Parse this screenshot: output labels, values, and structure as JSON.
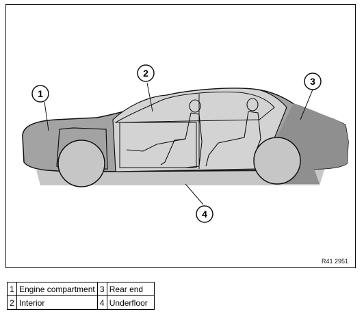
{
  "figure": {
    "callouts": [
      {
        "number": "1",
        "label": "Engine compartment"
      },
      {
        "number": "2",
        "label": "Interior"
      },
      {
        "number": "3",
        "label": "Rear end"
      },
      {
        "number": "4",
        "label": "Underfloor"
      }
    ],
    "reference_code": "R41 2951"
  },
  "legend": {
    "rows": [
      {
        "n1": "1",
        "t1": "Engine compartment",
        "n2": "3",
        "t2": "Rear end"
      },
      {
        "n1": "2",
        "t1": "Interior",
        "n2": "4",
        "t2": "Underfloor"
      }
    ]
  },
  "colors": {
    "body_gray": "#a3a3a3",
    "interior_gray": "#d3d3d3",
    "rear_gray": "#8f8f8f",
    "underfloor_gray": "#c6c6c6",
    "outline": "#111111"
  }
}
